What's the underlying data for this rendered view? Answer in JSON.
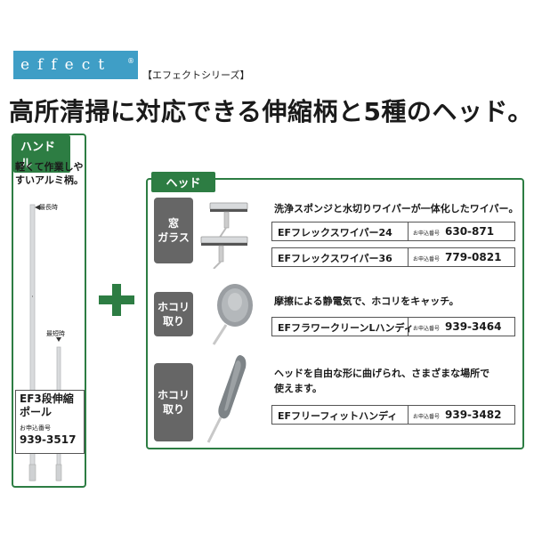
{
  "logo": {
    "text": "effect",
    "mark": "®"
  },
  "series_label": "【エフェクトシリーズ】",
  "headline": "高所清掃に対応できる伸縮柄と5種のヘッド。",
  "handle": {
    "tag": "ハンドル",
    "desc_line1": "軽くて作業しや",
    "desc_line2": "すいアルミ柄。",
    "longest_label": "最長時",
    "shortest_label": "最短時",
    "product_name_line1": "EF3段伸縮",
    "product_name_line2": "ポール",
    "order_label": "お申込番号",
    "order_code": "939-3517"
  },
  "plus_symbol": "plus-icon",
  "head": {
    "tag": "ヘッド",
    "categories": [
      {
        "label_line1": "窓",
        "label_line2": "ガラス"
      },
      {
        "label_line1": "ホコリ",
        "label_line2": "取り"
      },
      {
        "label_line1": "ホコリ",
        "label_line2": "取り"
      }
    ],
    "descriptions": [
      "洗浄スポンジと水切りワイパーが一体化したワイパー。",
      "摩擦による静電気で、ホコリをキャッチ。",
      "ヘッドを自由な形に曲げられ、さまざまな場所で",
      "使えます。"
    ],
    "products": [
      {
        "name": "EFフレックスワイパー24",
        "order_label": "お申込番号",
        "code": "630-871"
      },
      {
        "name": "EFフレックスワイパー36",
        "order_label": "お申込番号",
        "code": "779-0821"
      },
      {
        "name": "EFフラワークリーンLハンディ",
        "order_label": "お申込番号",
        "code": "939-3464"
      },
      {
        "name": "EFフリーフィットハンディ",
        "order_label": "お申込番号",
        "code": "939-3482"
      }
    ]
  },
  "colors": {
    "brand_green": "#2d7d43",
    "logo_blue": "#3f9ec6",
    "category_gray": "#666666"
  }
}
